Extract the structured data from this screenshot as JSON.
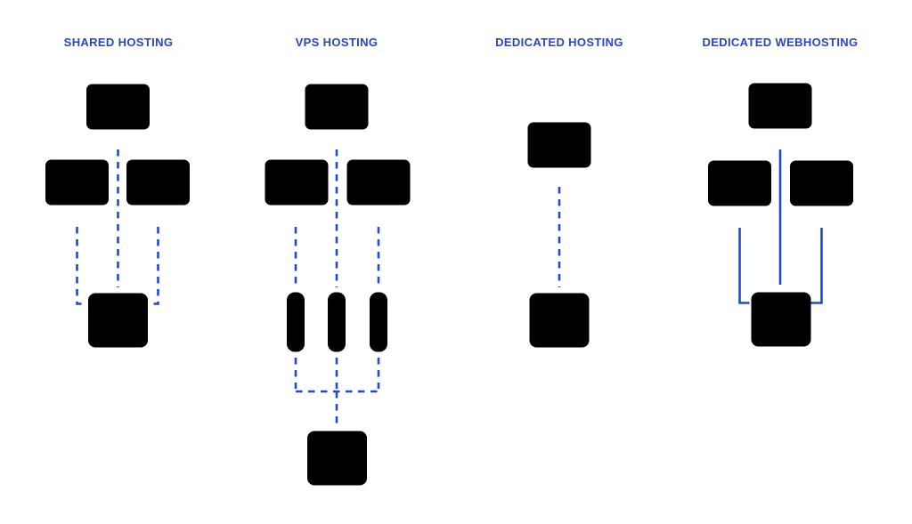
{
  "colors": {
    "accent": "#1e4ad4",
    "title": "#2a44c9",
    "background": "#ffffff"
  },
  "columns": [
    {
      "id": "shared-hosting",
      "title": "SHARED HOSTING",
      "clients": 3,
      "connection_style": "dashed",
      "servers": [
        "rack-server"
      ]
    },
    {
      "id": "vps-hosting",
      "title": "VPS HOSTING",
      "clients": 3,
      "connection_style": "dashed",
      "servers": [
        "vps-tower",
        "vps-tower",
        "vps-tower",
        "rack-server"
      ]
    },
    {
      "id": "dedicated-hosting",
      "title": "DEDICATED HOSTING",
      "clients": 1,
      "connection_style": "dashed",
      "servers": [
        "rack-server"
      ]
    },
    {
      "id": "dedicated-webhosting",
      "title": "DEDICATED WEBHOSTING",
      "clients": 3,
      "connection_style": "solid",
      "servers": [
        "rack-server"
      ]
    }
  ],
  "icons": {
    "client": "desktop-monitor-icon",
    "rack": "rack-server-icon",
    "vps": "vps-tower-icon"
  }
}
